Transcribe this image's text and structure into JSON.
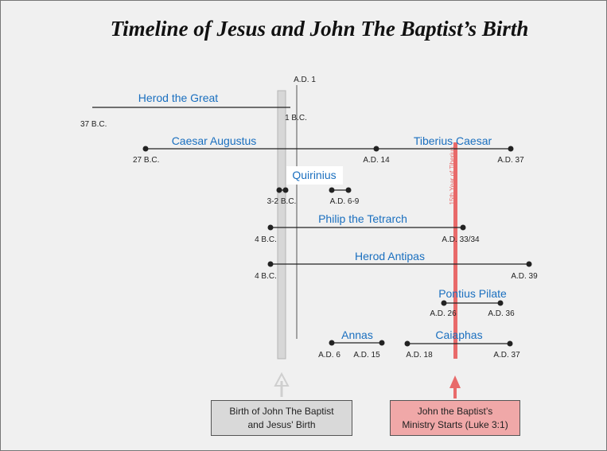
{
  "title": "Timeline of Jesus and John The Baptist’s Birth",
  "colors": {
    "accent_blue": "#1a6fbf",
    "red": "#e86a6a",
    "gray_band": "#d7d7d7",
    "line": "#222222"
  },
  "ad1_label": "A.D. 1",
  "year_label": "15th Year of Tiberius",
  "rulers": [
    {
      "name": "Herod the Great",
      "start": "37 B.C.",
      "end": "1 B.C."
    },
    {
      "name": "Caesar Augustus",
      "start": "27 B.C.",
      "end": "A.D. 14"
    },
    {
      "name": "Tiberius Caesar",
      "start": "A.D. 14",
      "end": "A.D. 37"
    },
    {
      "name": "Quirinius",
      "start": "3-2 B.C.",
      "end": "A.D. 6-9"
    },
    {
      "name": "Philip the Tetrarch",
      "start": "4 B.C.",
      "end": "A.D. 33/34"
    },
    {
      "name": "Herod Antipas",
      "start": "4 B.C.",
      "end": "A.D. 39"
    },
    {
      "name": "Pontius Pilate",
      "start": "A.D. 26",
      "end": "A.D. 36"
    },
    {
      "name": "Annas",
      "start": "A.D. 6",
      "end": "A.D. 15"
    },
    {
      "name": "Caiaphas",
      "start": "A.D. 18",
      "end": "A.D. 37"
    }
  ],
  "boxes": {
    "birth": "Birth of John The Baptist\nand Jesus' Birth",
    "ministry": "John the Baptist’s\nMinistry Starts (Luke 3:1)"
  }
}
